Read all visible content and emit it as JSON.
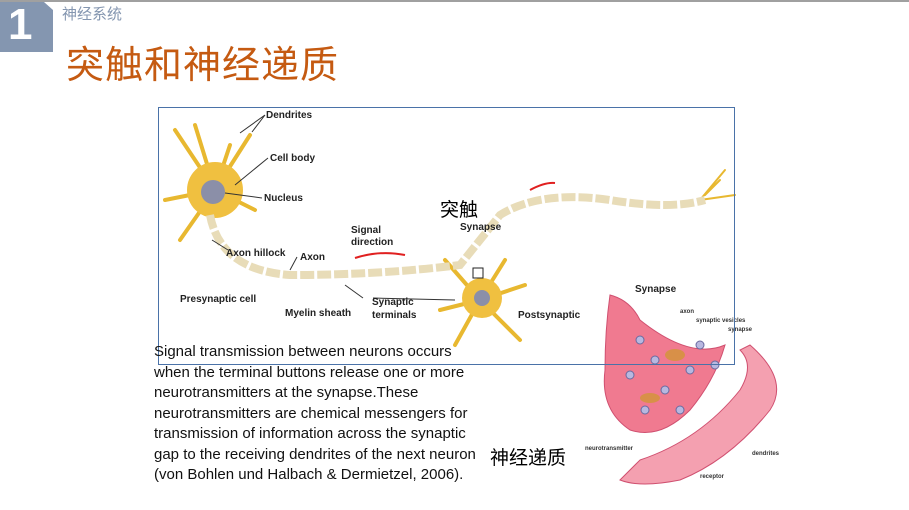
{
  "header": {
    "number": "1",
    "section": "神经系统",
    "title": "突触和神经递质"
  },
  "neuron_diagram": {
    "labels": {
      "dendrites": "Dendrites",
      "cell_body": "Cell body",
      "nucleus": "Nucleus",
      "axon_hillock": "Axon hillock",
      "axon": "Axon",
      "signal_direction_1": "Signal",
      "signal_direction_2": "direction",
      "synapse": "Synapse",
      "presynaptic": "Presynaptic cell",
      "myelin": "Myelin sheath",
      "terminals_1": "Synaptic",
      "terminals_2": "terminals",
      "postsynaptic": "Postsynaptic"
    }
  },
  "synapse_diagram": {
    "title": "Synapse",
    "labels": {
      "axon": "axon",
      "vesicles": "synaptic vesicles",
      "synapse": "synapse",
      "neurotransmitter": "neurotransmitter",
      "dendrites": "dendrites",
      "receptor": "receptor"
    }
  },
  "annotations": {
    "synapse_cn": "突触",
    "neurotransmitter_cn": "神经递质"
  },
  "body_text": "Signal transmission between neurons occurs when the terminal buttons release one or more neurotransmitters at the synapse.These neurotransmitters are chemical messengers for transmission of information across the synaptic gap to the receiving dendrites of the next neuron (von Bohlen und Halbach & Dermietzel, 2006)."
}
